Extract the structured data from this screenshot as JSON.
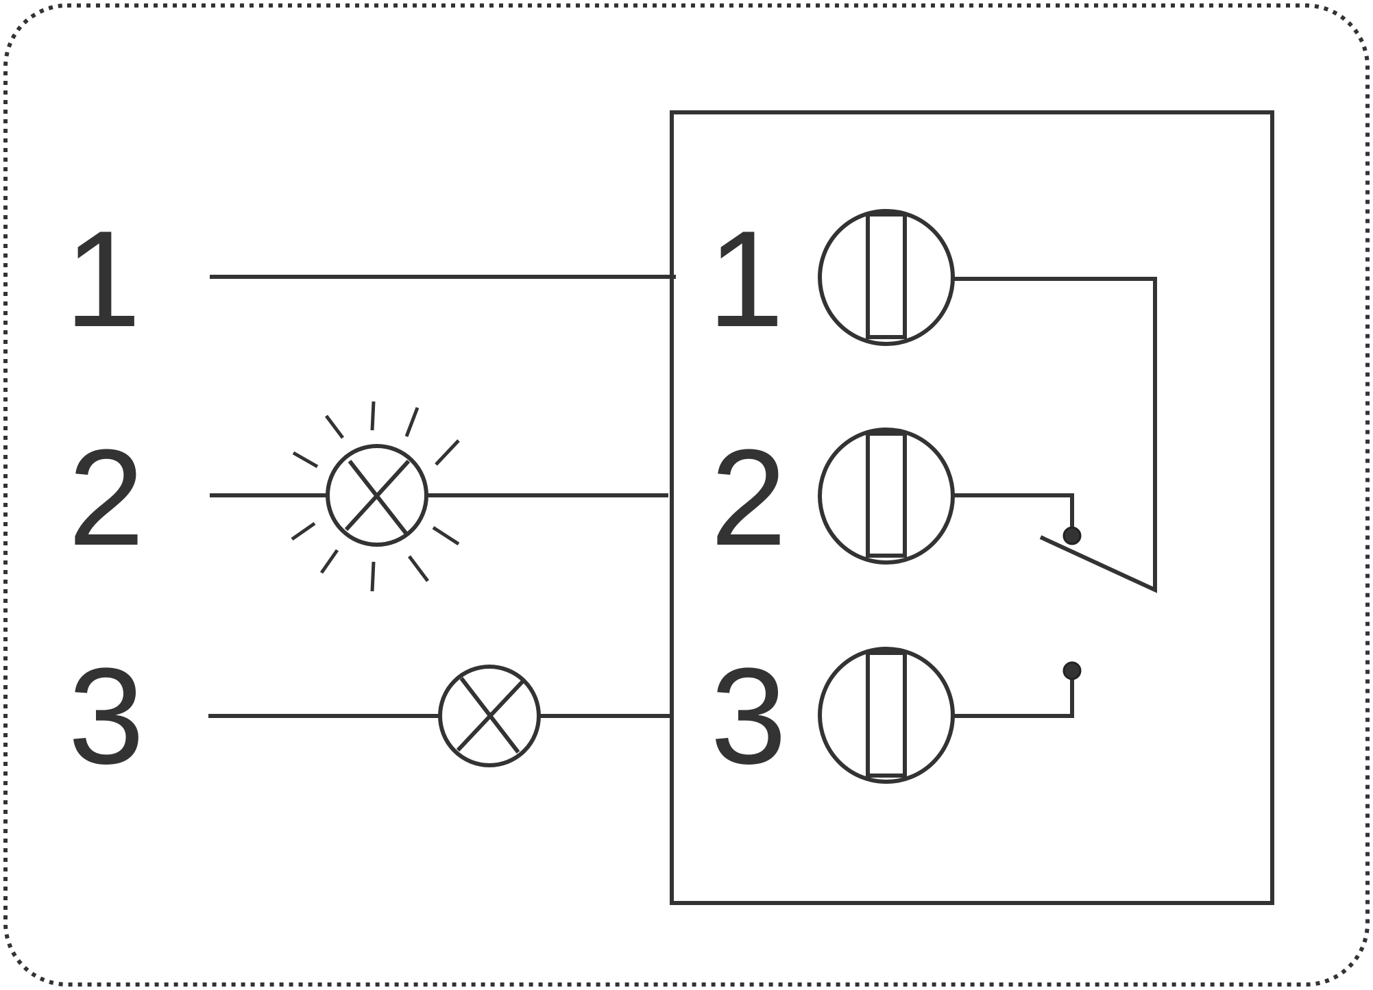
{
  "colors": {
    "stroke": "#333333",
    "background": "#ffffff"
  },
  "left_labels": [
    "1",
    "2",
    "3"
  ],
  "terminal_labels": [
    "1",
    "2",
    "3"
  ],
  "lamps": [
    {
      "line": "2",
      "state": "lit"
    },
    {
      "line": "3",
      "state": "unlit"
    }
  ],
  "icons": {
    "lamp": "lamp-cross-circle-icon",
    "terminal": "terminal-screw-icon",
    "switch": "changeover-switch-icon"
  }
}
